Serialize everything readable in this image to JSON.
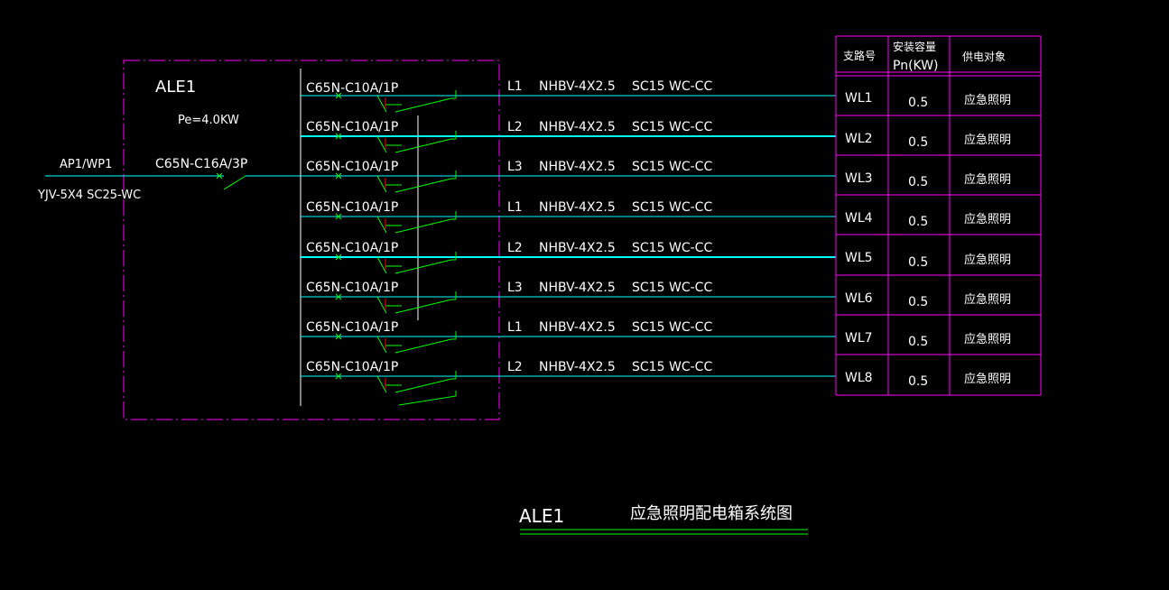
{
  "panel": {
    "name": "ALE1",
    "load": "Pe=4.0KW",
    "incoming_source": "AP1/WP1",
    "incoming_cable": "YJV-5X4  SC25-WC",
    "main_breaker": "C65N-C16A/3P"
  },
  "table_headers": {
    "circuit": "支路号",
    "capacity_line1": "安装容量",
    "capacity_line2": "Pn(KW)",
    "load": "供电对象"
  },
  "circuits": [
    {
      "breaker": "C65N-C10A/1P",
      "phase": "L1",
      "cable": "NHBV-4X2.5",
      "conduit": "SC15",
      "laying": "WC-CC",
      "id": "WL1",
      "capacity": "0.5",
      "load": "应急照明"
    },
    {
      "breaker": "C65N-C10A/1P",
      "phase": "L2",
      "cable": "NHBV-4X2.5",
      "conduit": "SC15",
      "laying": "WC-CC",
      "id": "WL2",
      "capacity": "0.5",
      "load": "应急照明"
    },
    {
      "breaker": "C65N-C10A/1P",
      "phase": "L3",
      "cable": "NHBV-4X2.5",
      "conduit": "SC15",
      "laying": "WC-CC",
      "id": "WL3",
      "capacity": "0.5",
      "load": "应急照明"
    },
    {
      "breaker": "C65N-C10A/1P",
      "phase": "L1",
      "cable": "NHBV-4X2.5",
      "conduit": "SC15",
      "laying": "WC-CC",
      "id": "WL4",
      "capacity": "0.5",
      "load": "应急照明"
    },
    {
      "breaker": "C65N-C10A/1P",
      "phase": "L2",
      "cable": "NHBV-4X2.5",
      "conduit": "SC15",
      "laying": "WC-CC",
      "id": "WL5",
      "capacity": "0.5",
      "load": "应急照明"
    },
    {
      "breaker": "C65N-C10A/1P",
      "phase": "L3",
      "cable": "NHBV-4X2.5",
      "conduit": "SC15",
      "laying": "WC-CC",
      "id": "WL6",
      "capacity": "0.5",
      "load": "应急照明"
    },
    {
      "breaker": "C65N-C10A/1P",
      "phase": "L1",
      "cable": "NHBV-4X2.5",
      "conduit": "SC15",
      "laying": "WC-CC",
      "id": "WL7",
      "capacity": "0.5",
      "load": "应急照明"
    },
    {
      "breaker": "C65N-C10A/1P",
      "phase": "L2",
      "cable": "NHBV-4X2.5",
      "conduit": "SC15",
      "laying": "WC-CC",
      "id": "WL8",
      "capacity": "0.5",
      "load": "应急照明"
    }
  ],
  "caption": {
    "name": "ALE1",
    "title": "应急照明配电箱系统图"
  },
  "colors": {
    "background": "#000000",
    "box_outline": "#ff00ff",
    "wire": "#00ffff",
    "switch": "#00ff00",
    "contact_mark": "#ff0000",
    "text": "#ffffff",
    "busbar": "#ffffff"
  }
}
